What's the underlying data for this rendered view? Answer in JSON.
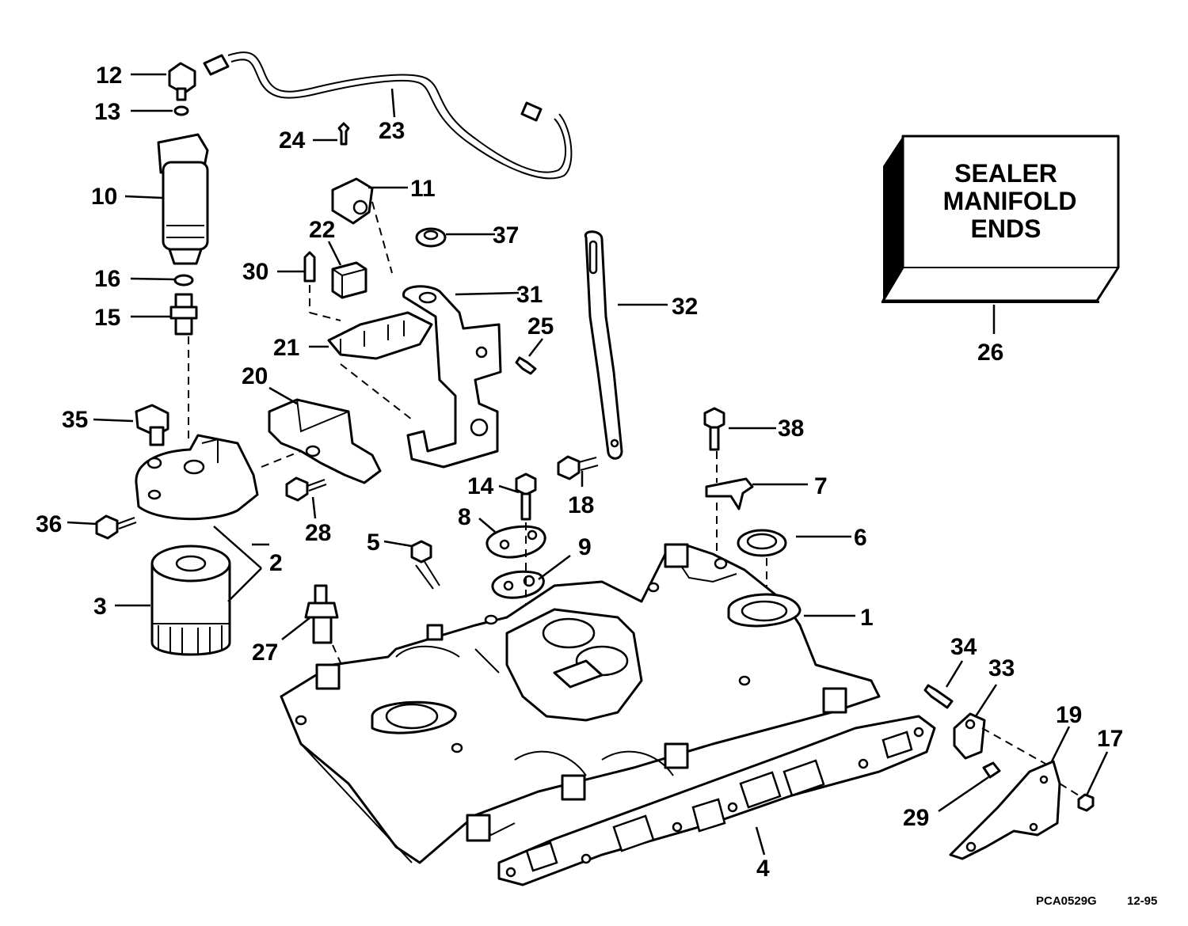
{
  "sealer_box": {
    "line1": "SEALER",
    "line2": "MANIFOLD",
    "line3": "ENDS"
  },
  "callouts": {
    "c1": "1",
    "c2": "2",
    "c3": "3",
    "c4": "4",
    "c5": "5",
    "c6": "6",
    "c7": "7",
    "c8": "8",
    "c9": "9",
    "c10": "10",
    "c11": "11",
    "c12": "12",
    "c13": "13",
    "c14": "14",
    "c15": "15",
    "c16": "16",
    "c17": "17",
    "c18": "18",
    "c19": "19",
    "c20": "20",
    "c21": "21",
    "c22": "22",
    "c23": "23",
    "c24": "24",
    "c25": "25",
    "c26": "26",
    "c27": "27",
    "c28": "28",
    "c29": "29",
    "c30": "30",
    "c31": "31",
    "c32": "32",
    "c33": "33",
    "c34": "34",
    "c35": "35",
    "c36": "36",
    "c37": "37",
    "c38": "38"
  },
  "footer": {
    "figure_code": "PCA0529G",
    "date_code": "12-95"
  }
}
